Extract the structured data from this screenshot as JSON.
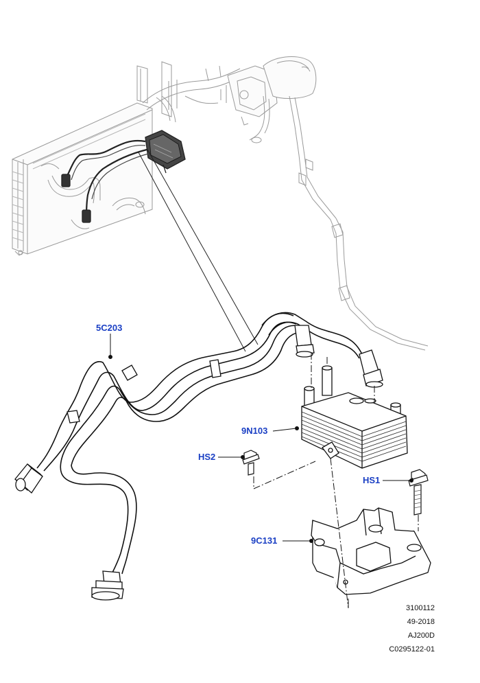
{
  "callouts": {
    "tube_assembly": "5C203",
    "oil_cooler": "9N103",
    "bolt_hs2": "HS2",
    "bolt_hs1": "HS1",
    "bracket": "9C131"
  },
  "reference": {
    "line1": "3100112",
    "line2": "49-2018",
    "line3": "AJ200D",
    "line4": "C0295122-01"
  },
  "colors": {
    "callout": "#1a3fc4",
    "line": "#222222",
    "ghost": "#9a9a9a"
  }
}
